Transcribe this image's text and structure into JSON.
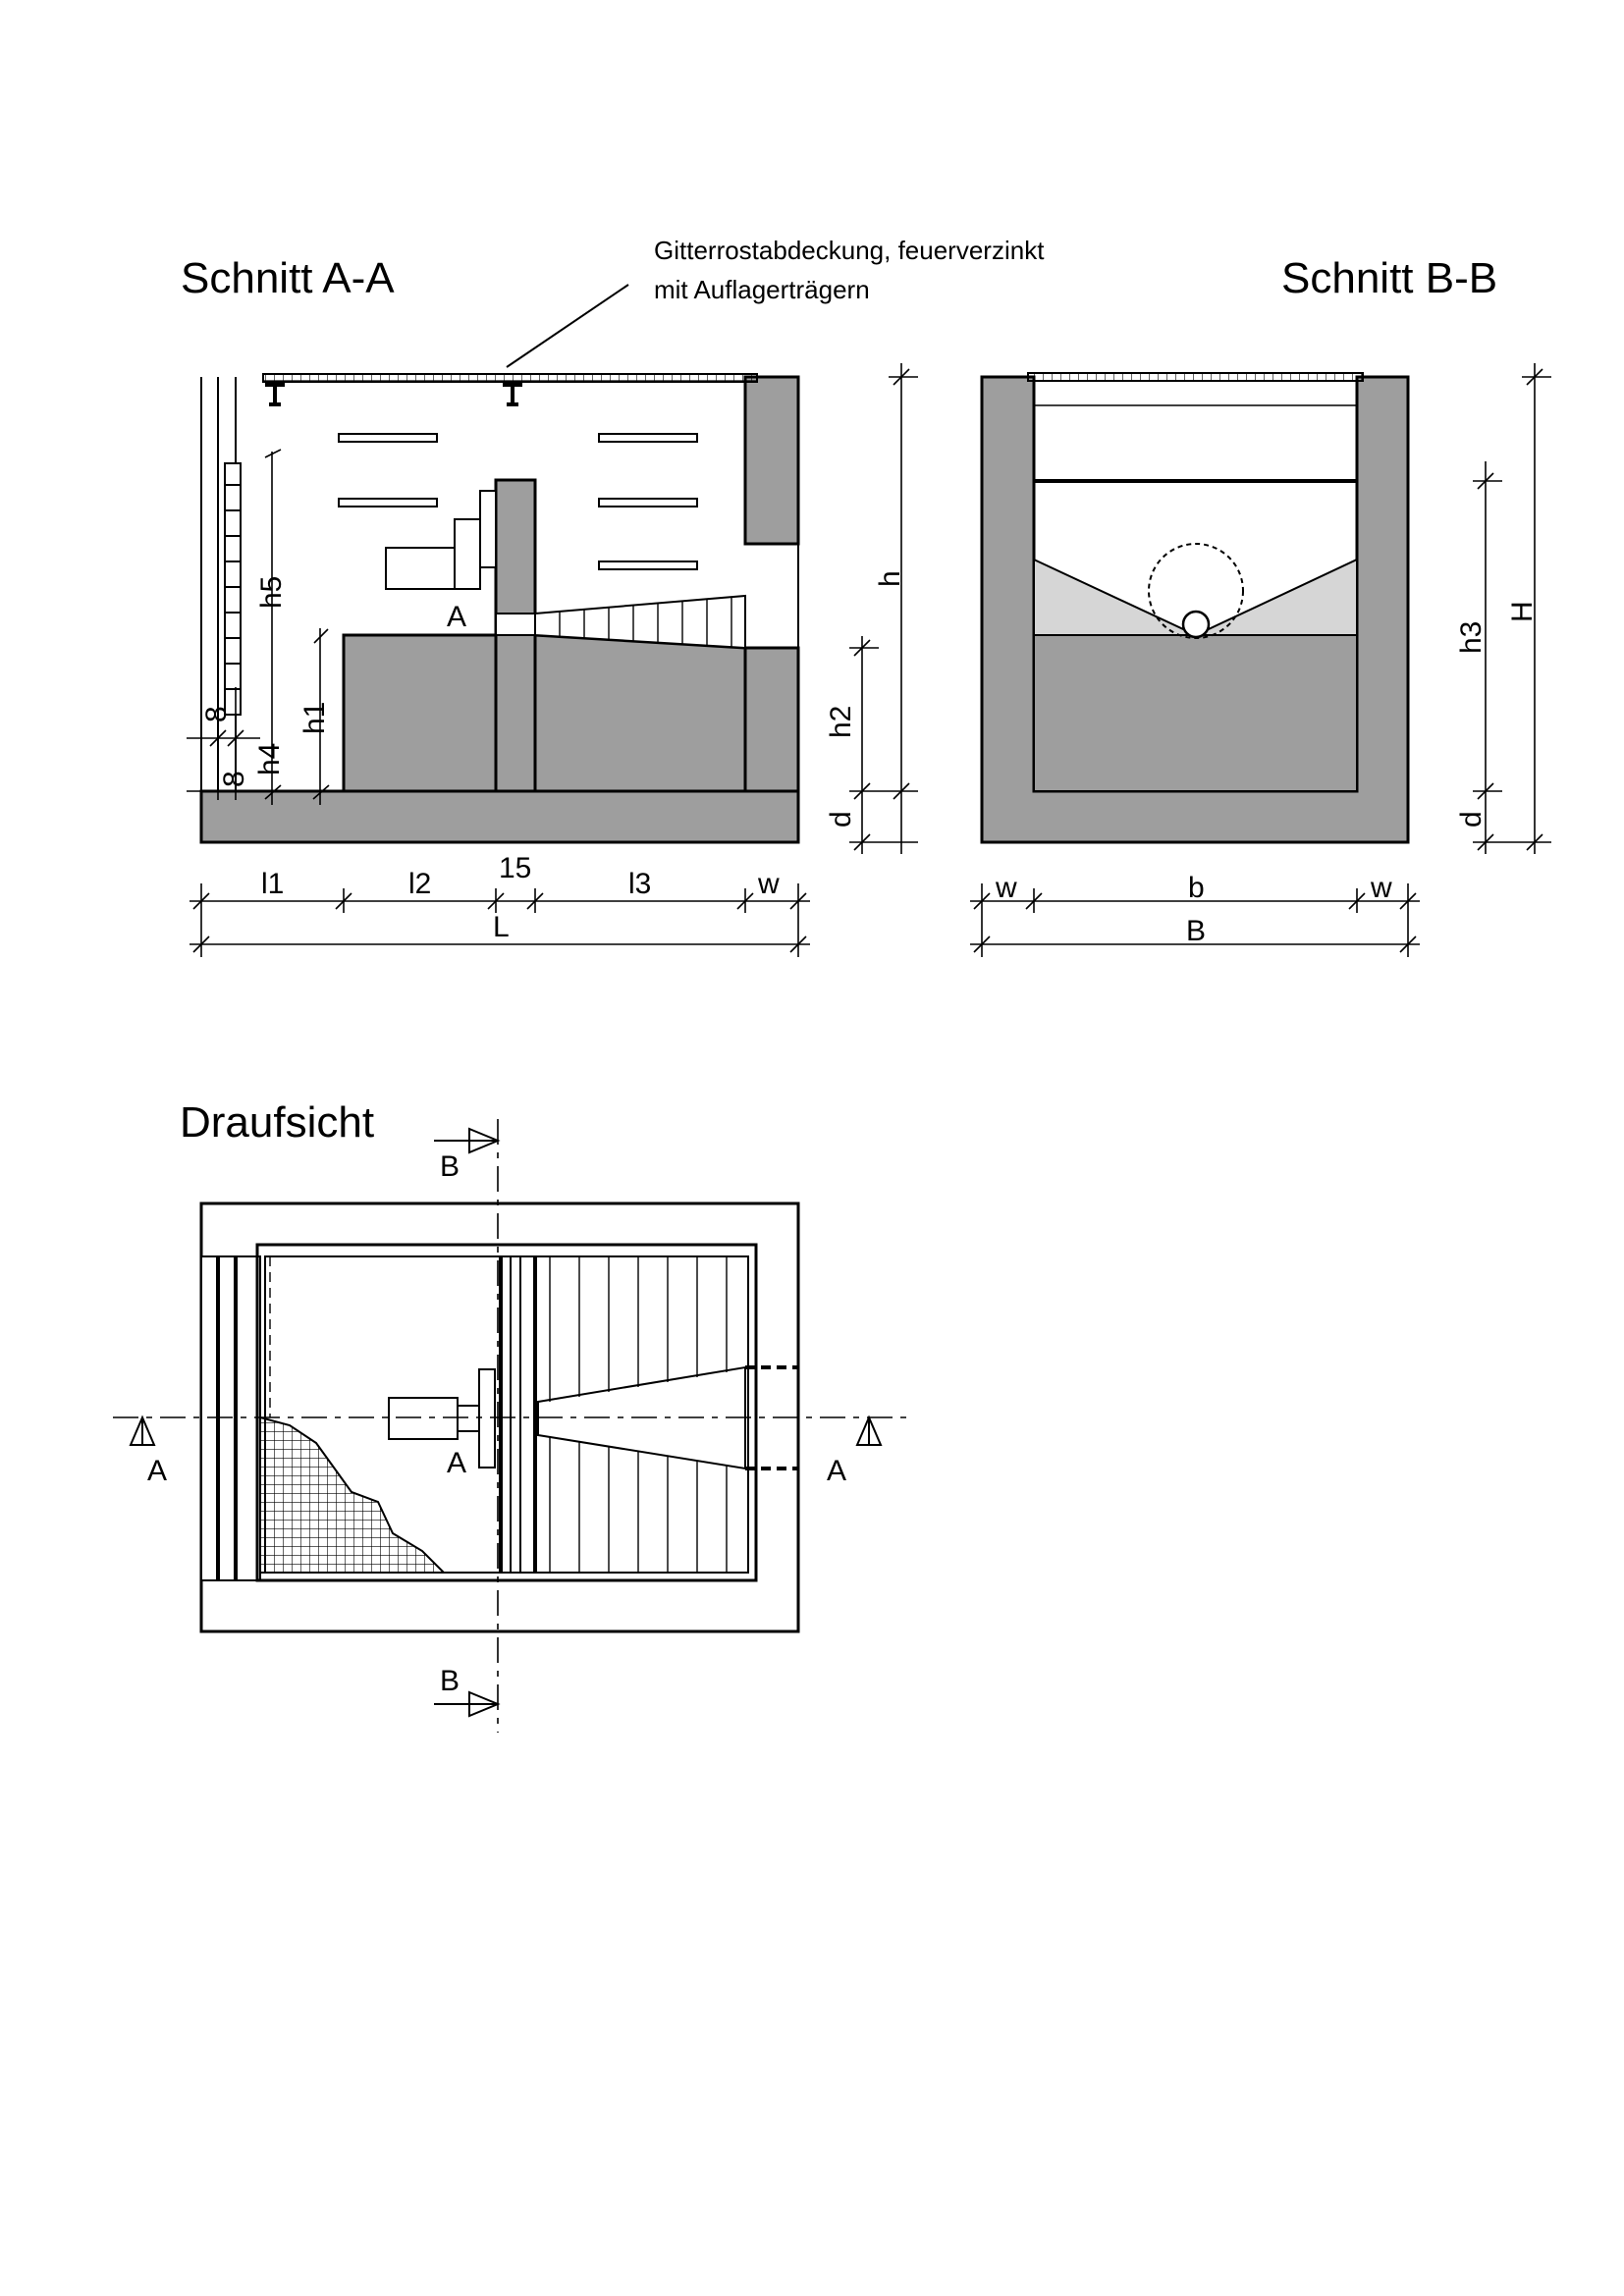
{
  "titles": {
    "section_aa": "Schnitt A-A",
    "section_bb": "Schnitt B-B",
    "plan": "Draufsicht"
  },
  "annotation": {
    "line1": "Gitterrostabdeckung, feuerverzinkt",
    "line2": "mit Auflagerträgern"
  },
  "labels": {
    "detail_a": "A",
    "section_a": "A",
    "section_b": "B"
  },
  "dimensions_aa": {
    "l1": "l1",
    "l2": "l2",
    "fifteen": "15",
    "l3": "l3",
    "w": "w",
    "L": "L",
    "h": "h",
    "h1": "h1",
    "h2": "h2",
    "h4": "h4",
    "h5": "h5",
    "d": "d",
    "eight": "8"
  },
  "dimensions_bb": {
    "w": "w",
    "b": "b",
    "B": "B",
    "H": "H",
    "h3": "h3",
    "d": "d"
  },
  "colors": {
    "concrete": "#9e9e9e",
    "sludge": "#d6d6d6",
    "line": "#000000"
  }
}
